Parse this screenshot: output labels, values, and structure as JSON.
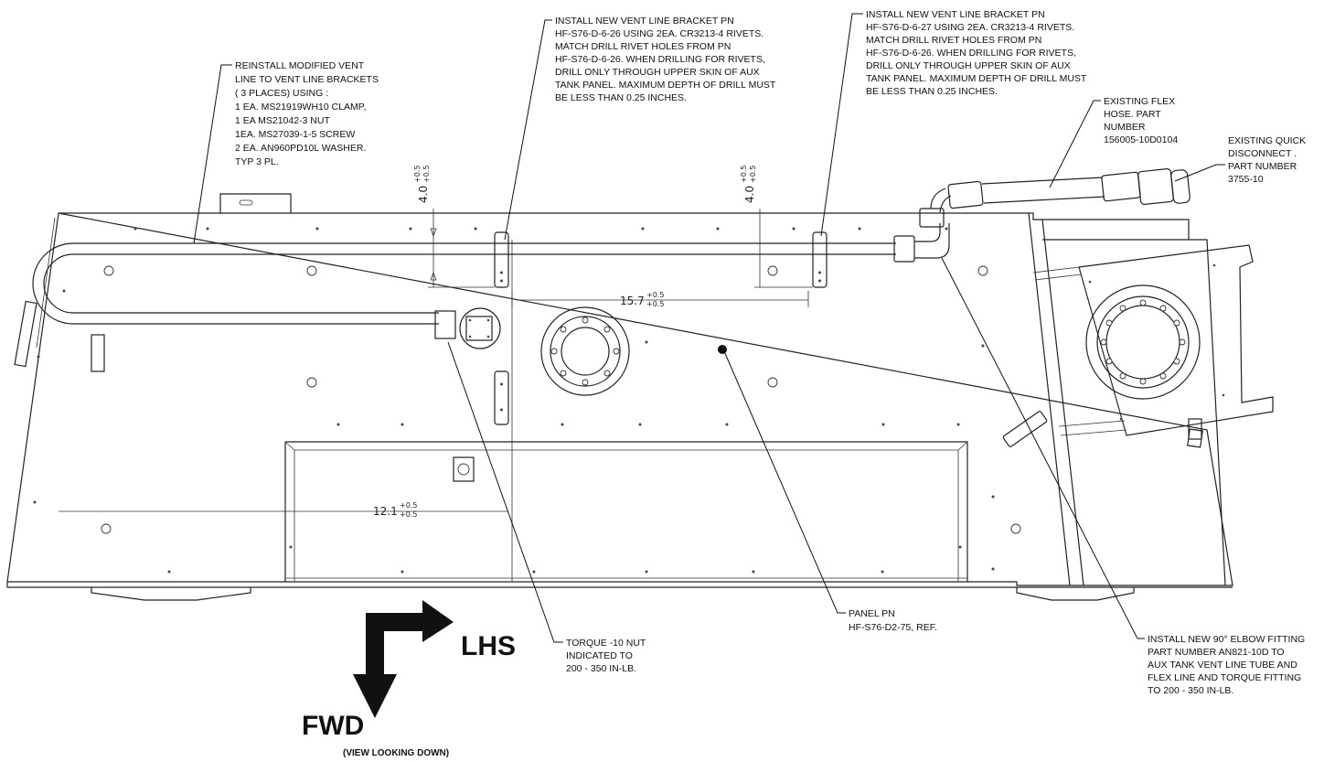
{
  "notes": {
    "reinstall": [
      "REINSTALL MODIFIED VENT",
      "LINE TO VENT LINE BRACKETS",
      "( 3 PLACES)  USING :",
      "1 EA. MS21919WH10 CLAMP,",
      "1 EA  MS21042-3 NUT",
      "1EA. MS27039-1-5 SCREW",
      "2 EA. AN960PD10L WASHER.",
      "TYP 3 PL."
    ],
    "bracket_26": [
      "INSTALL NEW VENT LINE BRACKET PN",
      "HF-S76-D-6-26 USING 2EA. CR3213-4 RIVETS.",
      "MATCH DRILL RIVET HOLES FROM PN",
      "HF-S76-D-6-26.  WHEN DRILLING FOR RIVETS,",
      "DRILL ONLY THROUGH UPPER SKIN OF AUX",
      "TANK PANEL.  MAXIMUM DEPTH OF DRILL MUST",
      "BE LESS THAN 0.25 INCHES."
    ],
    "bracket_27": [
      "INSTALL NEW VENT LINE BRACKET PN",
      "HF-S76-D-6-27 USING 2EA. CR3213-4 RIVETS.",
      "MATCH DRILL RIVET HOLES FROM PN",
      "HF-S76-D-6-26.  WHEN DRILLING FOR RIVETS,",
      "DRILL ONLY THROUGH UPPER SKIN OF AUX",
      "TANK PANEL.  MAXIMUM DEPTH OF DRILL MUST",
      "BE LESS THAN 0.25 INCHES."
    ],
    "flex_hose": [
      "EXISTING FLEX",
      "HOSE. PART",
      "NUMBER",
      "156005-10D0104"
    ],
    "quick_disconnect": [
      "EXISTING QUICK",
      "DISCONNECT .",
      "PART NUMBER",
      "3755-10"
    ],
    "torque_nut": [
      "TORQUE -10 NUT",
      "INDICATED TO",
      "200 - 350 IN-LB."
    ],
    "panel": [
      "PANEL PN",
      "HF-S76-D2-75, REF."
    ],
    "elbow": [
      "INSTALL NEW 90° ELBOW FITTING",
      "PART NUMBER AN821-10D TO",
      "AUX TANK VENT LINE TUBE AND",
      "FLEX LINE AND TORQUE FITTING",
      "TO 200 - 350 IN-LB."
    ]
  },
  "dimensions": {
    "d1": {
      "value": "4.0",
      "tol_plus": "+0.5",
      "tol_minus": "+0.5"
    },
    "d2": {
      "value": "4.0",
      "tol_plus": "+0.5",
      "tol_minus": "+0.5"
    },
    "d3": {
      "value": "15.7",
      "tol_plus": "+0.5",
      "tol_minus": "+0.5"
    },
    "d4": {
      "value": "12.1",
      "tol_plus": "+0.5",
      "tol_minus": "+0.5"
    }
  },
  "orientation": {
    "lhs": "LHS",
    "fwd": "FWD",
    "view": "(VIEW LOOKING DOWN)"
  }
}
